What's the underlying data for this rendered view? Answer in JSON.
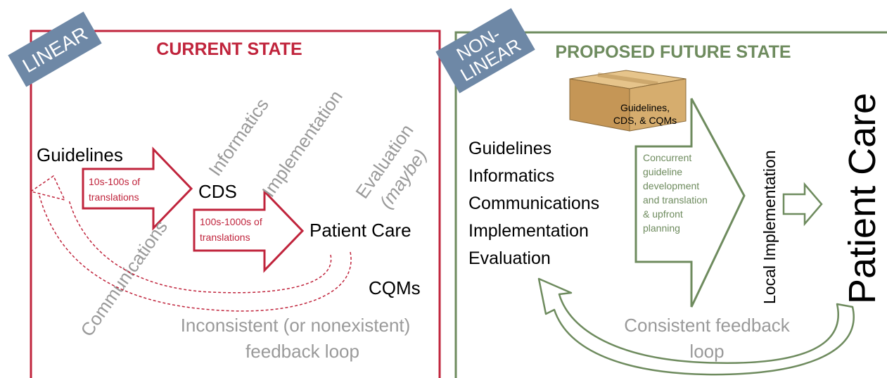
{
  "colors": {
    "current_accent": "#c0243c",
    "future_accent": "#6e8b5e",
    "tag_bg": "#6e88a6",
    "header_text": "#1f3f73",
    "gray_text": "#9a9a9a",
    "box_fill": "#d1a768"
  },
  "current": {
    "tag": "LINEAR",
    "title": "CURRENT STATE",
    "guidelines": "Guidelines",
    "arrow1_label_line1": "10s-100s of",
    "arrow1_label_line2": "translations",
    "cds": "CDS",
    "arrow2_label_line1": "100s-1000s of",
    "arrow2_label_line2": "translations",
    "patient_care": "Patient Care",
    "cqms": "CQMs",
    "diag_informatics": "Informatics",
    "diag_implementation": "Implementation",
    "diag_evaluation": "Evaluation",
    "diag_maybe": "(maybe)",
    "diag_communications": "Communications",
    "feedback_line1": "Inconsistent (or nonexistent)",
    "feedback_line2": "feedback loop"
  },
  "future": {
    "tag_line1": "NON-",
    "tag_line2": "LINEAR",
    "title": "PROPOSED FUTURE STATE",
    "box_line1": "Guidelines,",
    "box_line2": "CDS, & CQMs",
    "list": [
      "Guidelines",
      "Informatics",
      "Communications",
      "Implementation",
      "Evaluation"
    ],
    "arrow_label": [
      "Concurrent",
      "guideline",
      "development",
      "and translation",
      "& upfront",
      "planning"
    ],
    "local_implementation": "Local Implementation",
    "patient_care": "Patient Care",
    "feedback_line1": "Consistent feedback",
    "feedback_line2": "loop"
  }
}
